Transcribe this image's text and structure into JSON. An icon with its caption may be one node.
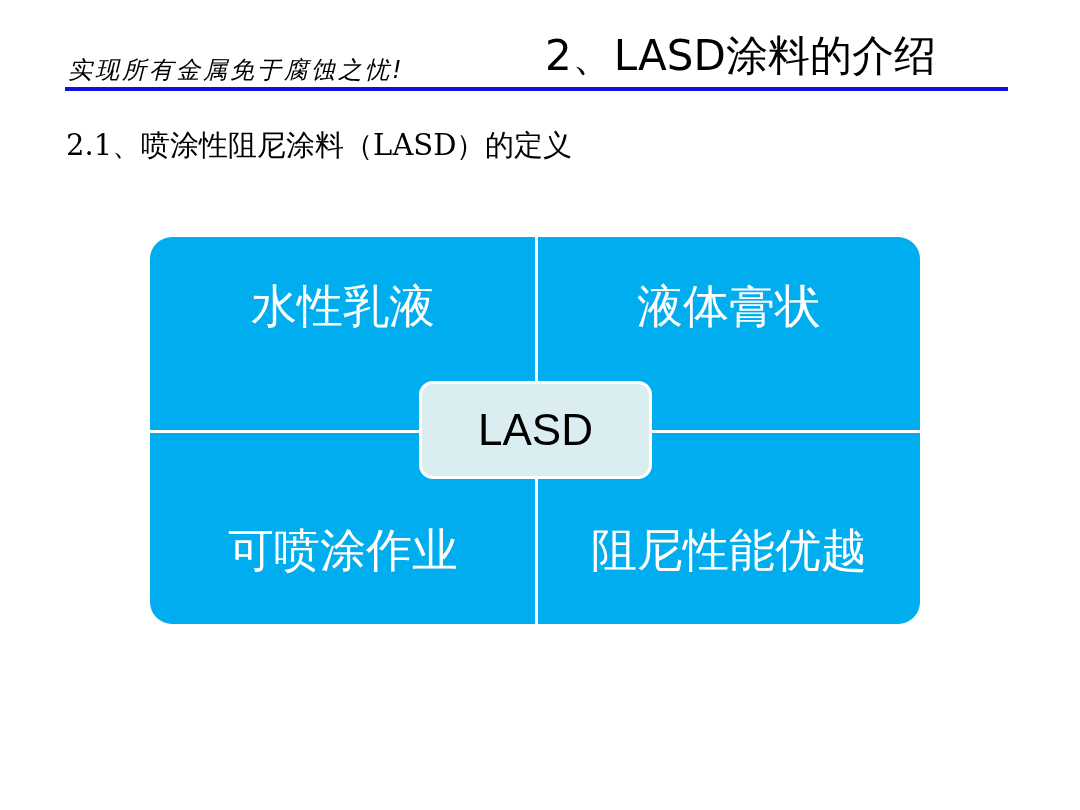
{
  "diagram": {
    "title": "2、LASD涂料的介绍",
    "nodes": [
      {
        "text": [
          "水性乳液"
        ]
      },
      {
        "text": [
          "液体膏状"
        ]
      },
      {
        "text": [
          "可喷涂作业"
        ]
      },
      {
        "text": [
          "阻尼性能优越"
        ]
      },
      {
        "text": [
          "LASD"
        ]
      }
    ],
    "labels": [
      "实现所有金属免于腐蚀之忧!",
      "2.1、喷涂性阻尼涂料（LASD）的定义"
    ]
  }
}
